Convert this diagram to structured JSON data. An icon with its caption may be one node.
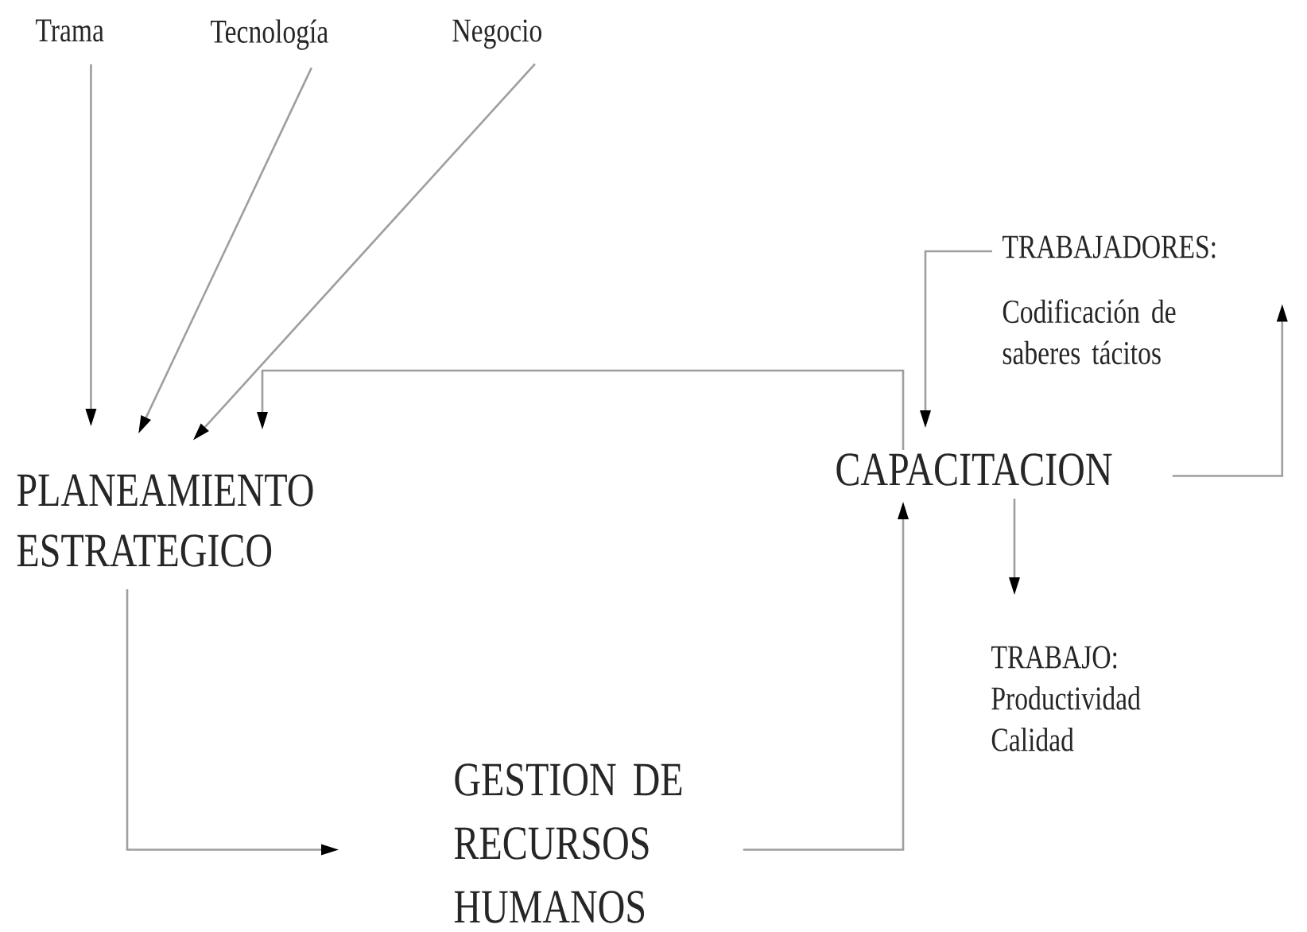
{
  "diagram": {
    "nodes": [
      {
        "text": [
          "Trama"
        ]
      },
      {
        "text": [
          "Tecnología"
        ]
      },
      {
        "text": [
          "Negocio"
        ]
      },
      {
        "text": [
          "PLANEAMIENTO ESTRATEGICO"
        ]
      },
      {
        "text": [
          "TRABAJADORES:",
          "Codificación de saberes tácitos"
        ]
      },
      {
        "text": [
          "CAPACITACION"
        ]
      },
      {
        "text": [
          "TRABAJO:",
          "Productividad",
          "Calidad"
        ]
      },
      {
        "text": [
          "GESTION DE RECURSOS HUMANOS"
        ]
      }
    ],
    "edges": [
      {
        "from": 0,
        "to": 3,
        "arrow": "to"
      },
      {
        "from": 1,
        "to": 3,
        "arrow": "to"
      },
      {
        "from": 2,
        "to": 3,
        "arrow": "to"
      },
      {
        "from": 5,
        "to": 3,
        "arrow": "to"
      },
      {
        "from": 4,
        "to": 5,
        "arrow": "to"
      },
      {
        "from": 5,
        "to": 4,
        "arrow": "to"
      },
      {
        "from": 5,
        "to": 6,
        "arrow": "to"
      },
      {
        "from": 3,
        "to": 7,
        "arrow": "to"
      },
      {
        "from": 7,
        "to": 5,
        "arrow": "to"
      }
    ]
  }
}
